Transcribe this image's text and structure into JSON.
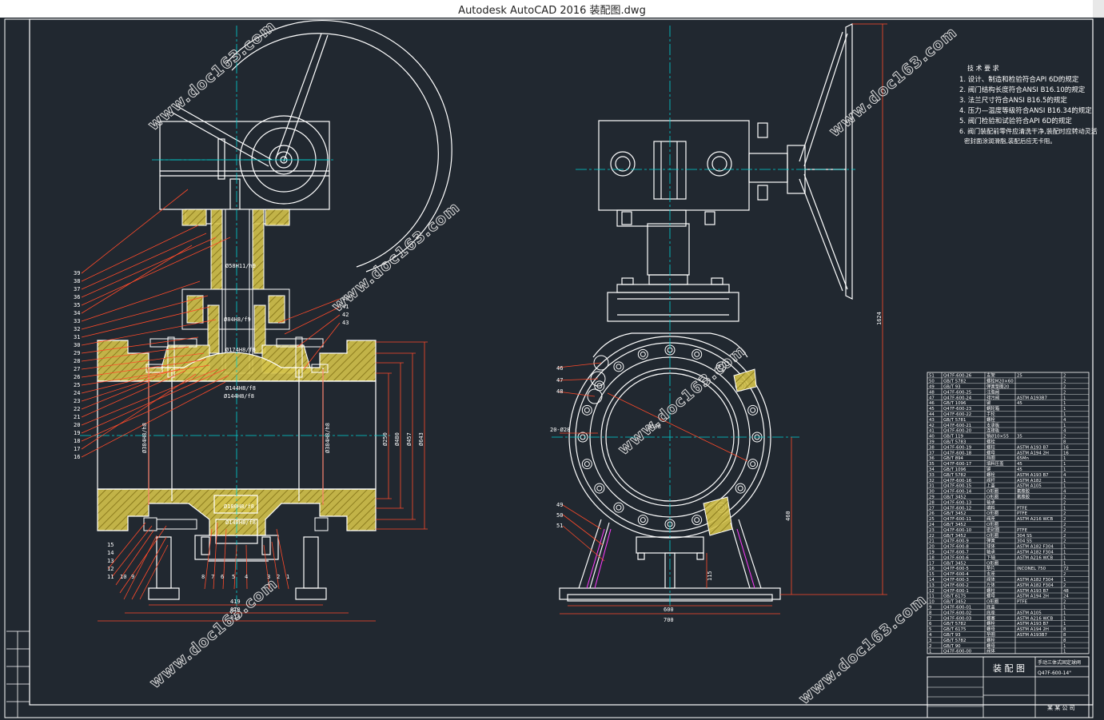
{
  "window": {
    "title": "Autodesk AutoCAD 2016     装配图.dwg"
  },
  "watermark": "www.doc163.com",
  "colors": {
    "background": "#212830",
    "line": "#ffffff",
    "center": "#00d4d4",
    "hatch": "#d4c24a",
    "leader": "#ff4a2a",
    "magenta": "#ff3cff"
  },
  "notes": {
    "title": "技 术 要 求",
    "items": [
      "1.  设计、制造和检验符合API 6D的规定",
      "2.  阀门结构长度符合ANSI B16.10的规定",
      "3.  法兰尺寸符合ANSI B16.5的规定",
      "4.  压力—温度等级符合ANSI B16.34的规定",
      "5.  阀门检验和试验符合API 6D的规定",
      "6.  阀门装配前零件应清洗干净,装配时应转动灵活",
      "   密封面涂润滑脂,装配后应无卡阻。"
    ]
  },
  "left_view": {
    "dims": {
      "d1": "419",
      "d2": "610",
      "d3": "813",
      "bore": "Ø250",
      "d480": "Ø480",
      "d457": "Ø457",
      "d643": "Ø643",
      "fit1": "Ø384H8/h8",
      "fit2": "Ø384H8/h8",
      "stem1": "Ø58H11/h9",
      "stem2": "Ø84H8/f9",
      "stem3": "Ø174H8/f8",
      "stem4": "Ø144H8/f8",
      "low1": "Ø180H8/f8",
      "low2": "Ø148H8/f8"
    },
    "callouts_left": [
      "39",
      "38",
      "37",
      "36",
      "35",
      "34",
      "33",
      "32",
      "31",
      "30",
      "29",
      "28",
      "27",
      "26",
      "25",
      "24",
      "23",
      "22",
      "21",
      "20",
      "19",
      "18",
      "17",
      "16"
    ],
    "callouts_right": [
      "40",
      "41",
      "42",
      "43"
    ],
    "callouts_bottom_left": [
      "15",
      "14",
      "13",
      "12",
      "11",
      "10",
      "9"
    ],
    "callouts_bottom": [
      "8",
      "7",
      "6",
      "5",
      "4",
      "3",
      "2",
      "1"
    ]
  },
  "right_view": {
    "dims": {
      "w600": "600",
      "w700": "700",
      "h1624": "1624",
      "h460": "460",
      "h115": "115",
      "holes": "20-Ø28",
      "pcd": "Ø588"
    },
    "callouts_top": [
      "46",
      "47",
      "48"
    ],
    "callouts_bottom": [
      "49",
      "50",
      "51"
    ]
  },
  "bom": {
    "rows": [
      [
        "51",
        "Q47F-600-26",
        "支架",
        "25",
        "2"
      ],
      [
        "50",
        "GB/T 5782",
        "螺栓M20×60",
        "",
        "2"
      ],
      [
        "49",
        "GB/T 93",
        "弹簧垫圈20",
        "",
        "2"
      ],
      [
        "48",
        "Q47F-600-25",
        "注脂阀",
        "",
        "2"
      ],
      [
        "47",
        "Q47F-600-24",
        "排污阀",
        "ASTM A193B7",
        "1"
      ],
      [
        "46",
        "GB/T 1096",
        "键",
        "45",
        "1"
      ],
      [
        "45",
        "Q47F-600-23",
        "蜗轮箱",
        "",
        "1"
      ],
      [
        "44",
        "Q47F-600-22",
        "手轮",
        "",
        "1"
      ],
      [
        "43",
        "GB/T 5781",
        "螺栓",
        "",
        "4"
      ],
      [
        "42",
        "Q47F-600-21",
        "支承板",
        "",
        "1"
      ],
      [
        "41",
        "Q47F-600-20",
        "连接板",
        "",
        "4"
      ],
      [
        "40",
        "GB/T 119",
        "销Ø10×55",
        "35",
        "2"
      ],
      [
        "39",
        "GB/T 5783",
        "螺栓",
        "",
        "8"
      ],
      [
        "38",
        "Q47F-600-19",
        "螺柱",
        "ASTM A193 B7",
        "16"
      ],
      [
        "37",
        "Q47F-600-18",
        "螺母",
        "ASTM A194 2H",
        "16"
      ],
      [
        "36",
        "GB/T 894",
        "挡圈",
        "65Mn",
        "1"
      ],
      [
        "35",
        "Q47F-600-17",
        "填料压盖",
        "45",
        "1"
      ],
      [
        "34",
        "GB/T 1096",
        "键",
        "45",
        "1"
      ],
      [
        "33",
        "GB/T 5782",
        "螺栓",
        "ASTM A193 B7",
        "4"
      ],
      [
        "32",
        "Q47F-600-16",
        "阀杆",
        "ASTM A182",
        "1"
      ],
      [
        "31",
        "Q47F-600-15",
        "上盖",
        "ASTM A105",
        "1"
      ],
      [
        "30",
        "Q47F-600-14",
        "O形圈",
        "氟橡胶",
        "4"
      ],
      [
        "29",
        "GB/T 3452",
        "O形圈",
        "氟橡胶",
        "2"
      ],
      [
        "28",
        "Q47F-600-13",
        "轴承",
        "",
        "2"
      ],
      [
        "27",
        "Q47F-600-12",
        "填料",
        "PTFE",
        "1"
      ],
      [
        "26",
        "GB/T 3452",
        "O形圈",
        "PTFE",
        "2"
      ],
      [
        "25",
        "Q47F-600-11",
        "阀座",
        "ASTM A216 WCB",
        "2"
      ],
      [
        "24",
        "GB/T 3452",
        "O形圈",
        "",
        "2"
      ],
      [
        "23",
        "Q47F-600-10",
        "密封圈",
        "PTFE",
        "2"
      ],
      [
        "22",
        "GB/T 3452",
        "O形圈",
        "304 SS",
        "2"
      ],
      [
        "21",
        "Q47F-600-9",
        "弹簧",
        "304 SS",
        "2"
      ],
      [
        "20",
        "Q47F-600-8",
        "球体",
        "ASTM A182 F304",
        "1"
      ],
      [
        "19",
        "Q47F-600-7",
        "轴承",
        "ASTM A182 F304",
        "1"
      ],
      [
        "18",
        "Q47F-600-6",
        "下轴",
        "ASTM A216 WCB",
        "1"
      ],
      [
        "17",
        "GB/T 3452",
        "O形圈",
        "",
        "1"
      ],
      [
        "16",
        "Q47F-600-5",
        "垫片",
        "INCONEL 750",
        "72"
      ],
      [
        "15",
        "Q47F-600-4",
        "支座",
        "",
        "2"
      ],
      [
        "14",
        "Q47F-600-3",
        "阀体",
        "ASTM A182 F304",
        "1"
      ],
      [
        "13",
        "Q47F-600-2",
        "左体",
        "ASTM A182 F304",
        "2"
      ],
      [
        "12",
        "Q47F-600-1",
        "螺柱",
        "ASTM A193 B7",
        "48"
      ],
      [
        "11",
        "GB/T 6175",
        "螺母",
        "ASTM A194 2H",
        "24"
      ],
      [
        "10",
        "GB/T 3452",
        "O形圈",
        "PTFE",
        "2"
      ],
      [
        "9",
        "Q47F-600-01",
        "底盖",
        "",
        "1"
      ],
      [
        "8",
        "Q47F-600-02",
        "底座",
        "ASTM A105",
        "1"
      ],
      [
        "7",
        "Q47F-600-03",
        "螺塞",
        "ASTM A216 WCB",
        "1"
      ],
      [
        "6",
        "GB/T 5782",
        "螺栓",
        "ASTM A193 B7",
        "1"
      ],
      [
        "5",
        "GB/T 6175",
        "螺母",
        "ASTM A194 2H",
        "8"
      ],
      [
        "4",
        "GB/T 93",
        "垫圈",
        "ASTM A193B7",
        "8"
      ],
      [
        "3",
        "GB/T 5782",
        "螺栓",
        "",
        "8"
      ],
      [
        "2",
        "GB/T 90",
        "螺母",
        "",
        "1"
      ],
      [
        "1",
        "Q47F-600-00",
        "阀体",
        "",
        "1"
      ]
    ],
    "title": "装 配 图",
    "drawing_no": "Q47F-600-14\"",
    "product": "手动三体式固定球阀",
    "company": "某 某 公 司"
  }
}
